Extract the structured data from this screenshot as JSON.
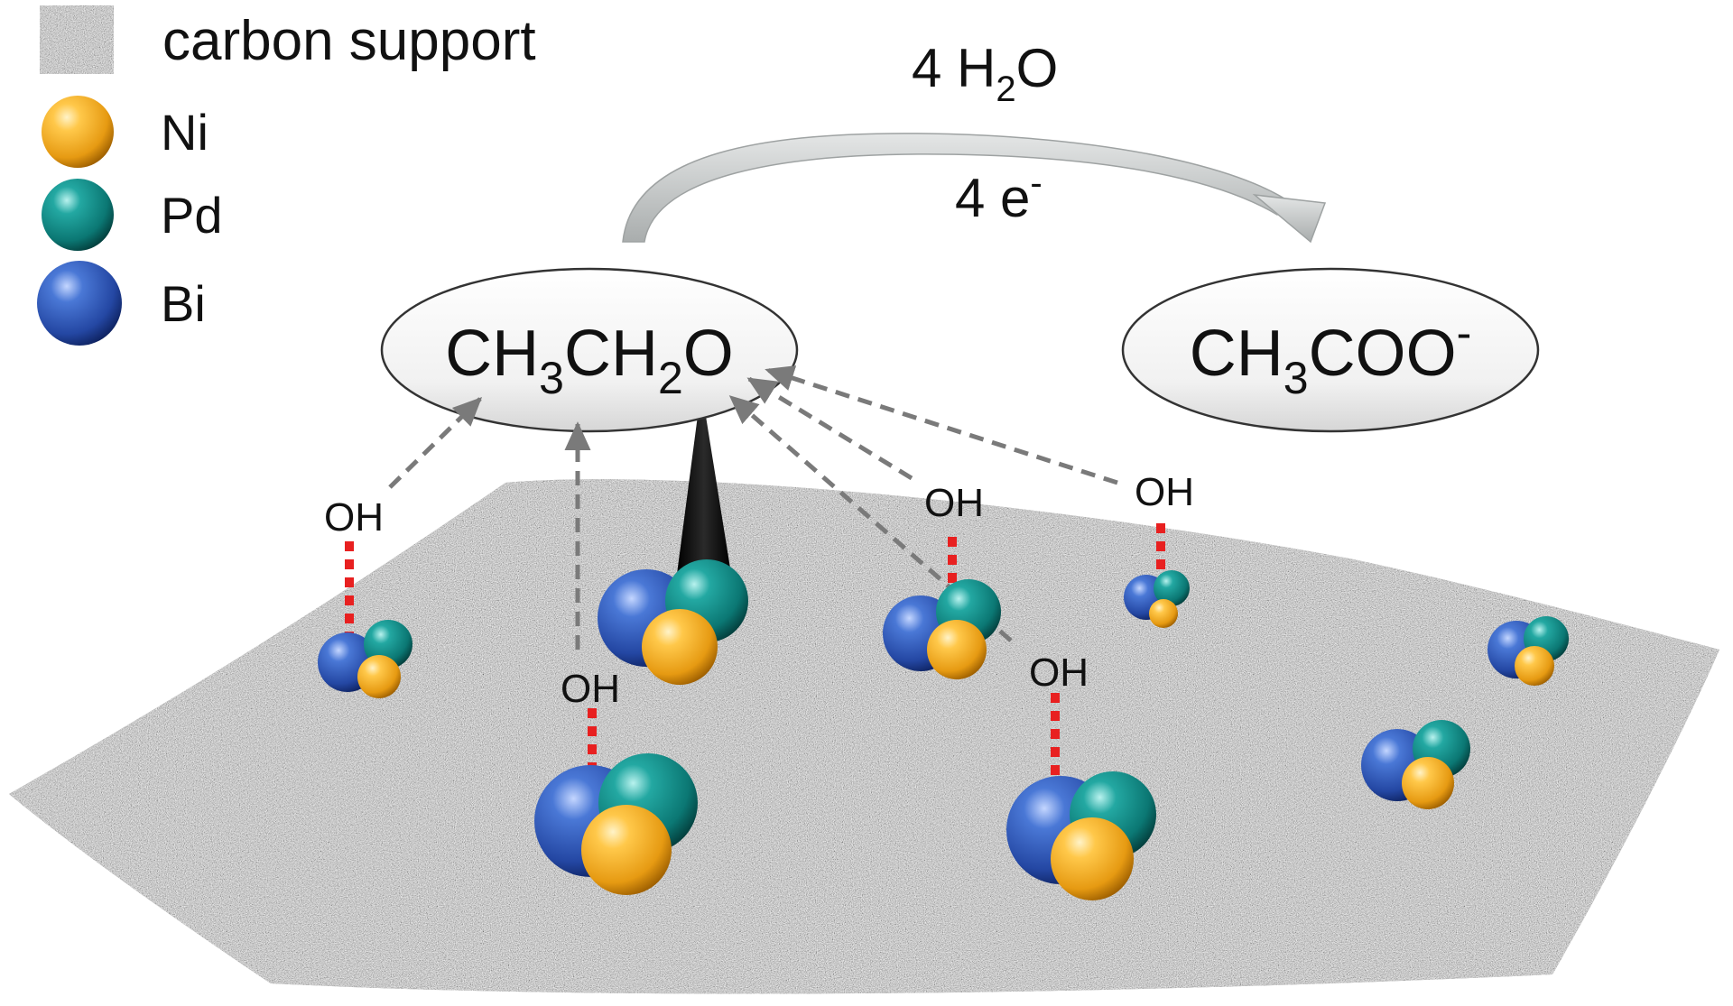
{
  "legend": {
    "items": [
      {
        "kind": "swatch",
        "label": "carbon support"
      },
      {
        "kind": "atom",
        "label": "Ni",
        "color": "#F5A623"
      },
      {
        "kind": "atom",
        "label": "Pd",
        "color": "#0E8C88"
      },
      {
        "kind": "atom",
        "label": "Bi",
        "color": "#2C55B5"
      }
    ]
  },
  "reaction": {
    "top_label": {
      "pre": "4 H",
      "sub": "2",
      "post": "O"
    },
    "bottom_label": {
      "pre": "4 e",
      "sup": "-"
    },
    "reactant": {
      "t1": "CH",
      "s1": "3",
      "t2": "CH",
      "s2": "2",
      "t3": "O"
    },
    "product": {
      "t1": "CH",
      "s1": "3",
      "t2": "COO",
      "sup": "-"
    }
  },
  "hydroxyl_label": "OH",
  "colors": {
    "ni": "#F5A623",
    "pd": "#0E8C88",
    "bi": "#2C55B5",
    "bond": "#E82020",
    "dash_arrow": "#7A7A7A",
    "curve_arrow": "#C9CCCC",
    "support": "#9A9A9A"
  }
}
